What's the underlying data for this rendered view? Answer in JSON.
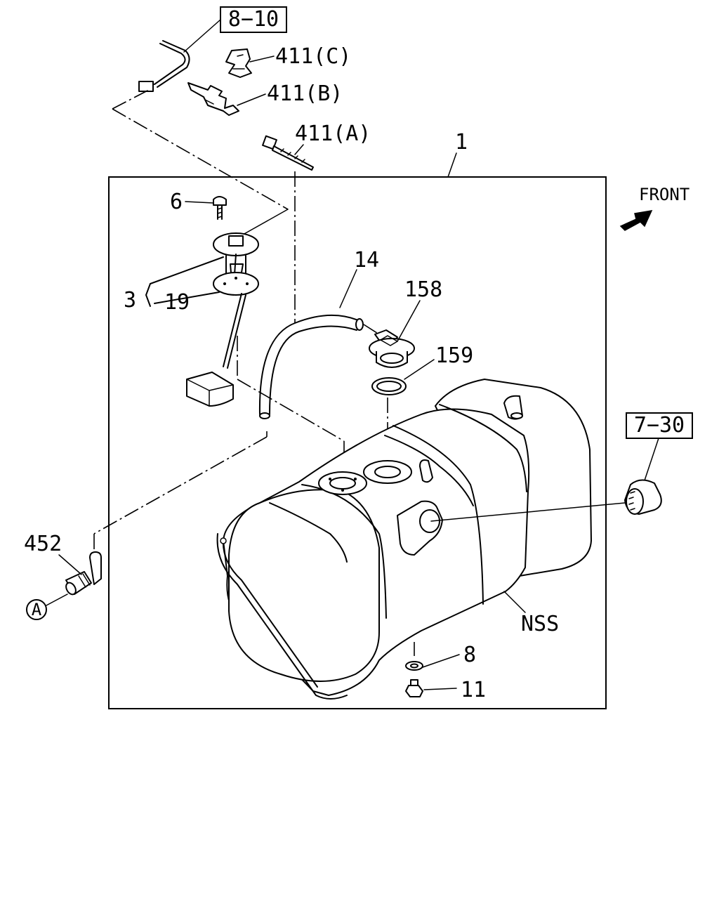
{
  "callouts": {
    "ref_8_10": "8−10",
    "ref_7_30": "7−30",
    "p411c": "411(C)",
    "p411b": "411(B)",
    "p411a": "411(A)",
    "p1": "1",
    "p6": "6",
    "p3": "3",
    "p19": "19",
    "p14": "14",
    "p158": "158",
    "p159": "159",
    "p452": "452",
    "pA": "A",
    "nss": "NSS",
    "p8": "8",
    "p11": "11",
    "front": "FRONT"
  },
  "icons": {
    "front_arrow": "front-arrow-icon",
    "circle_ref": "circle-reference-icon"
  }
}
